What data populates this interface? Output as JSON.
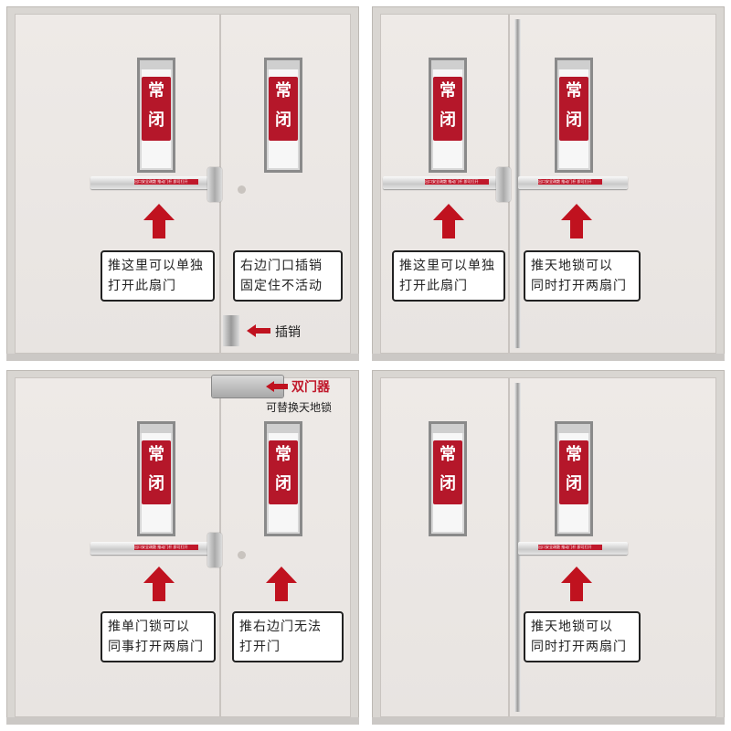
{
  "door_sign": [
    "常",
    "闭"
  ],
  "bar_text": "出口安全疏散 推动门杆 即可打开",
  "panels": [
    {
      "captions": [
        [
          "推这里可以单独",
          "打开此扇门"
        ],
        [
          "右边门口插销",
          "固定住不活动"
        ]
      ],
      "note": "插销"
    },
    {
      "captions": [
        [
          "推这里可以单独",
          "打开此扇门"
        ],
        [
          "推天地锁可以",
          "同时打开两扇门"
        ]
      ]
    },
    {
      "captions": [
        [
          "推单门锁可以",
          "同事打开两扇门"
        ],
        [
          "推右边门无法",
          "打开门"
        ]
      ],
      "note_title": "双门器",
      "note_sub": "可替换天地锁"
    },
    {
      "captions": [
        [
          "推天地锁可以",
          "同时打开两扇门"
        ]
      ]
    }
  ],
  "colors": {
    "sign_red": "#b5172a",
    "arrow_red": "#c0121f",
    "frame": "#d9d6d2"
  }
}
